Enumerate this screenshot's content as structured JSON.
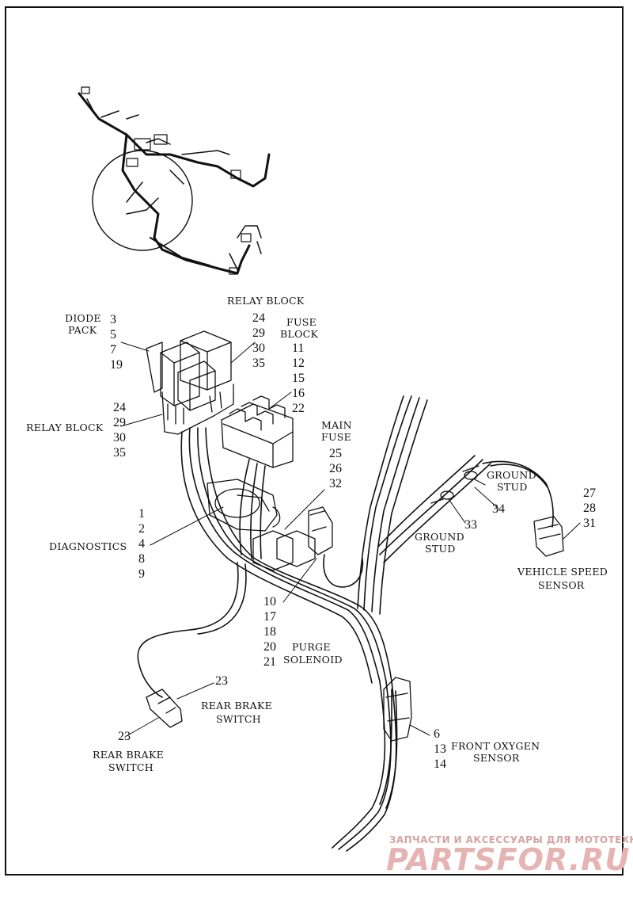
{
  "labels": {
    "relay_block_top": "RELAY BLOCK",
    "diode_pack_1": "DIODE",
    "diode_pack_2": "PACK",
    "fuse_block_1": "FUSE",
    "fuse_block_2": "BLOCK",
    "relay_block_left": "RELAY BLOCK",
    "main_fuse_1": "MAIN",
    "main_fuse_2": "FUSE",
    "ground_stud_upper_1": "GROUND",
    "ground_stud_upper_2": "STUD",
    "ground_stud_lower_1": "GROUND",
    "ground_stud_lower_2": "STUD",
    "diagnostics": "DIAGNOSTICS",
    "vss_1": "VEHICLE SPEED",
    "vss_2": "SENSOR",
    "purge_1": "PURGE",
    "purge_2": "SOLENOID",
    "rbs_right_1": "REAR BRAKE",
    "rbs_right_2": "SWITCH",
    "rbs_left_1": "REAR BRAKE",
    "rbs_left_2": "SWITCH",
    "front_o2_1": "FRONT OXYGEN",
    "front_o2_2": "SENSOR"
  },
  "callouts": {
    "diode_pack": [
      "3",
      "5",
      "7",
      "19"
    ],
    "relay_block_top": [
      "24",
      "29",
      "30",
      "35"
    ],
    "fuse_block": [
      "11",
      "12",
      "15",
      "16",
      "22"
    ],
    "relay_block_left": [
      "24",
      "29",
      "30",
      "35"
    ],
    "main_fuse": [
      "25",
      "26",
      "32"
    ],
    "ground_stud_upper": [
      "34"
    ],
    "ground_stud_lower": [
      "33"
    ],
    "vss": [
      "27",
      "28",
      "31"
    ],
    "diagnostics": [
      "1",
      "2",
      "4",
      "8",
      "9"
    ],
    "purge": [
      "10",
      "17",
      "18",
      "20",
      "21"
    ],
    "rbs_right": [
      "23"
    ],
    "rbs_left": [
      "23"
    ],
    "front_o2": [
      "6",
      "13",
      "14"
    ]
  },
  "watermark": {
    "line1": "ЗАПЧАСТИ И АКСЕССУАРЫ ДЛЯ МОТОТЕХНИКИ",
    "line2": "PARTSFOR.RU"
  }
}
